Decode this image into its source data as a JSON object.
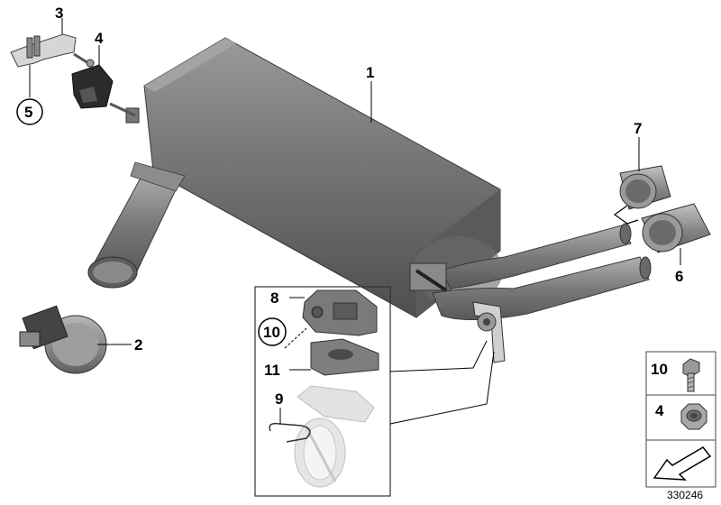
{
  "callouts": {
    "muffler": "1",
    "clamp": "2",
    "bracket": "3",
    "rubber_mount": "4",
    "bracket_note": "5",
    "tailpipe_right": "6",
    "tailpipe_left": "7",
    "valve_actuator": "8",
    "wire_clip": "9",
    "actuator_note": "10",
    "actuator_plate": "11"
  },
  "legend": {
    "bolt": "10",
    "nut": "4"
  },
  "diagram_id": "330246",
  "colors": {
    "muffler": "#707070",
    "line": "#000000",
    "detail_outline": "#333333",
    "ghost_part": "#dcdcdc",
    "legend_border": "#444444"
  }
}
